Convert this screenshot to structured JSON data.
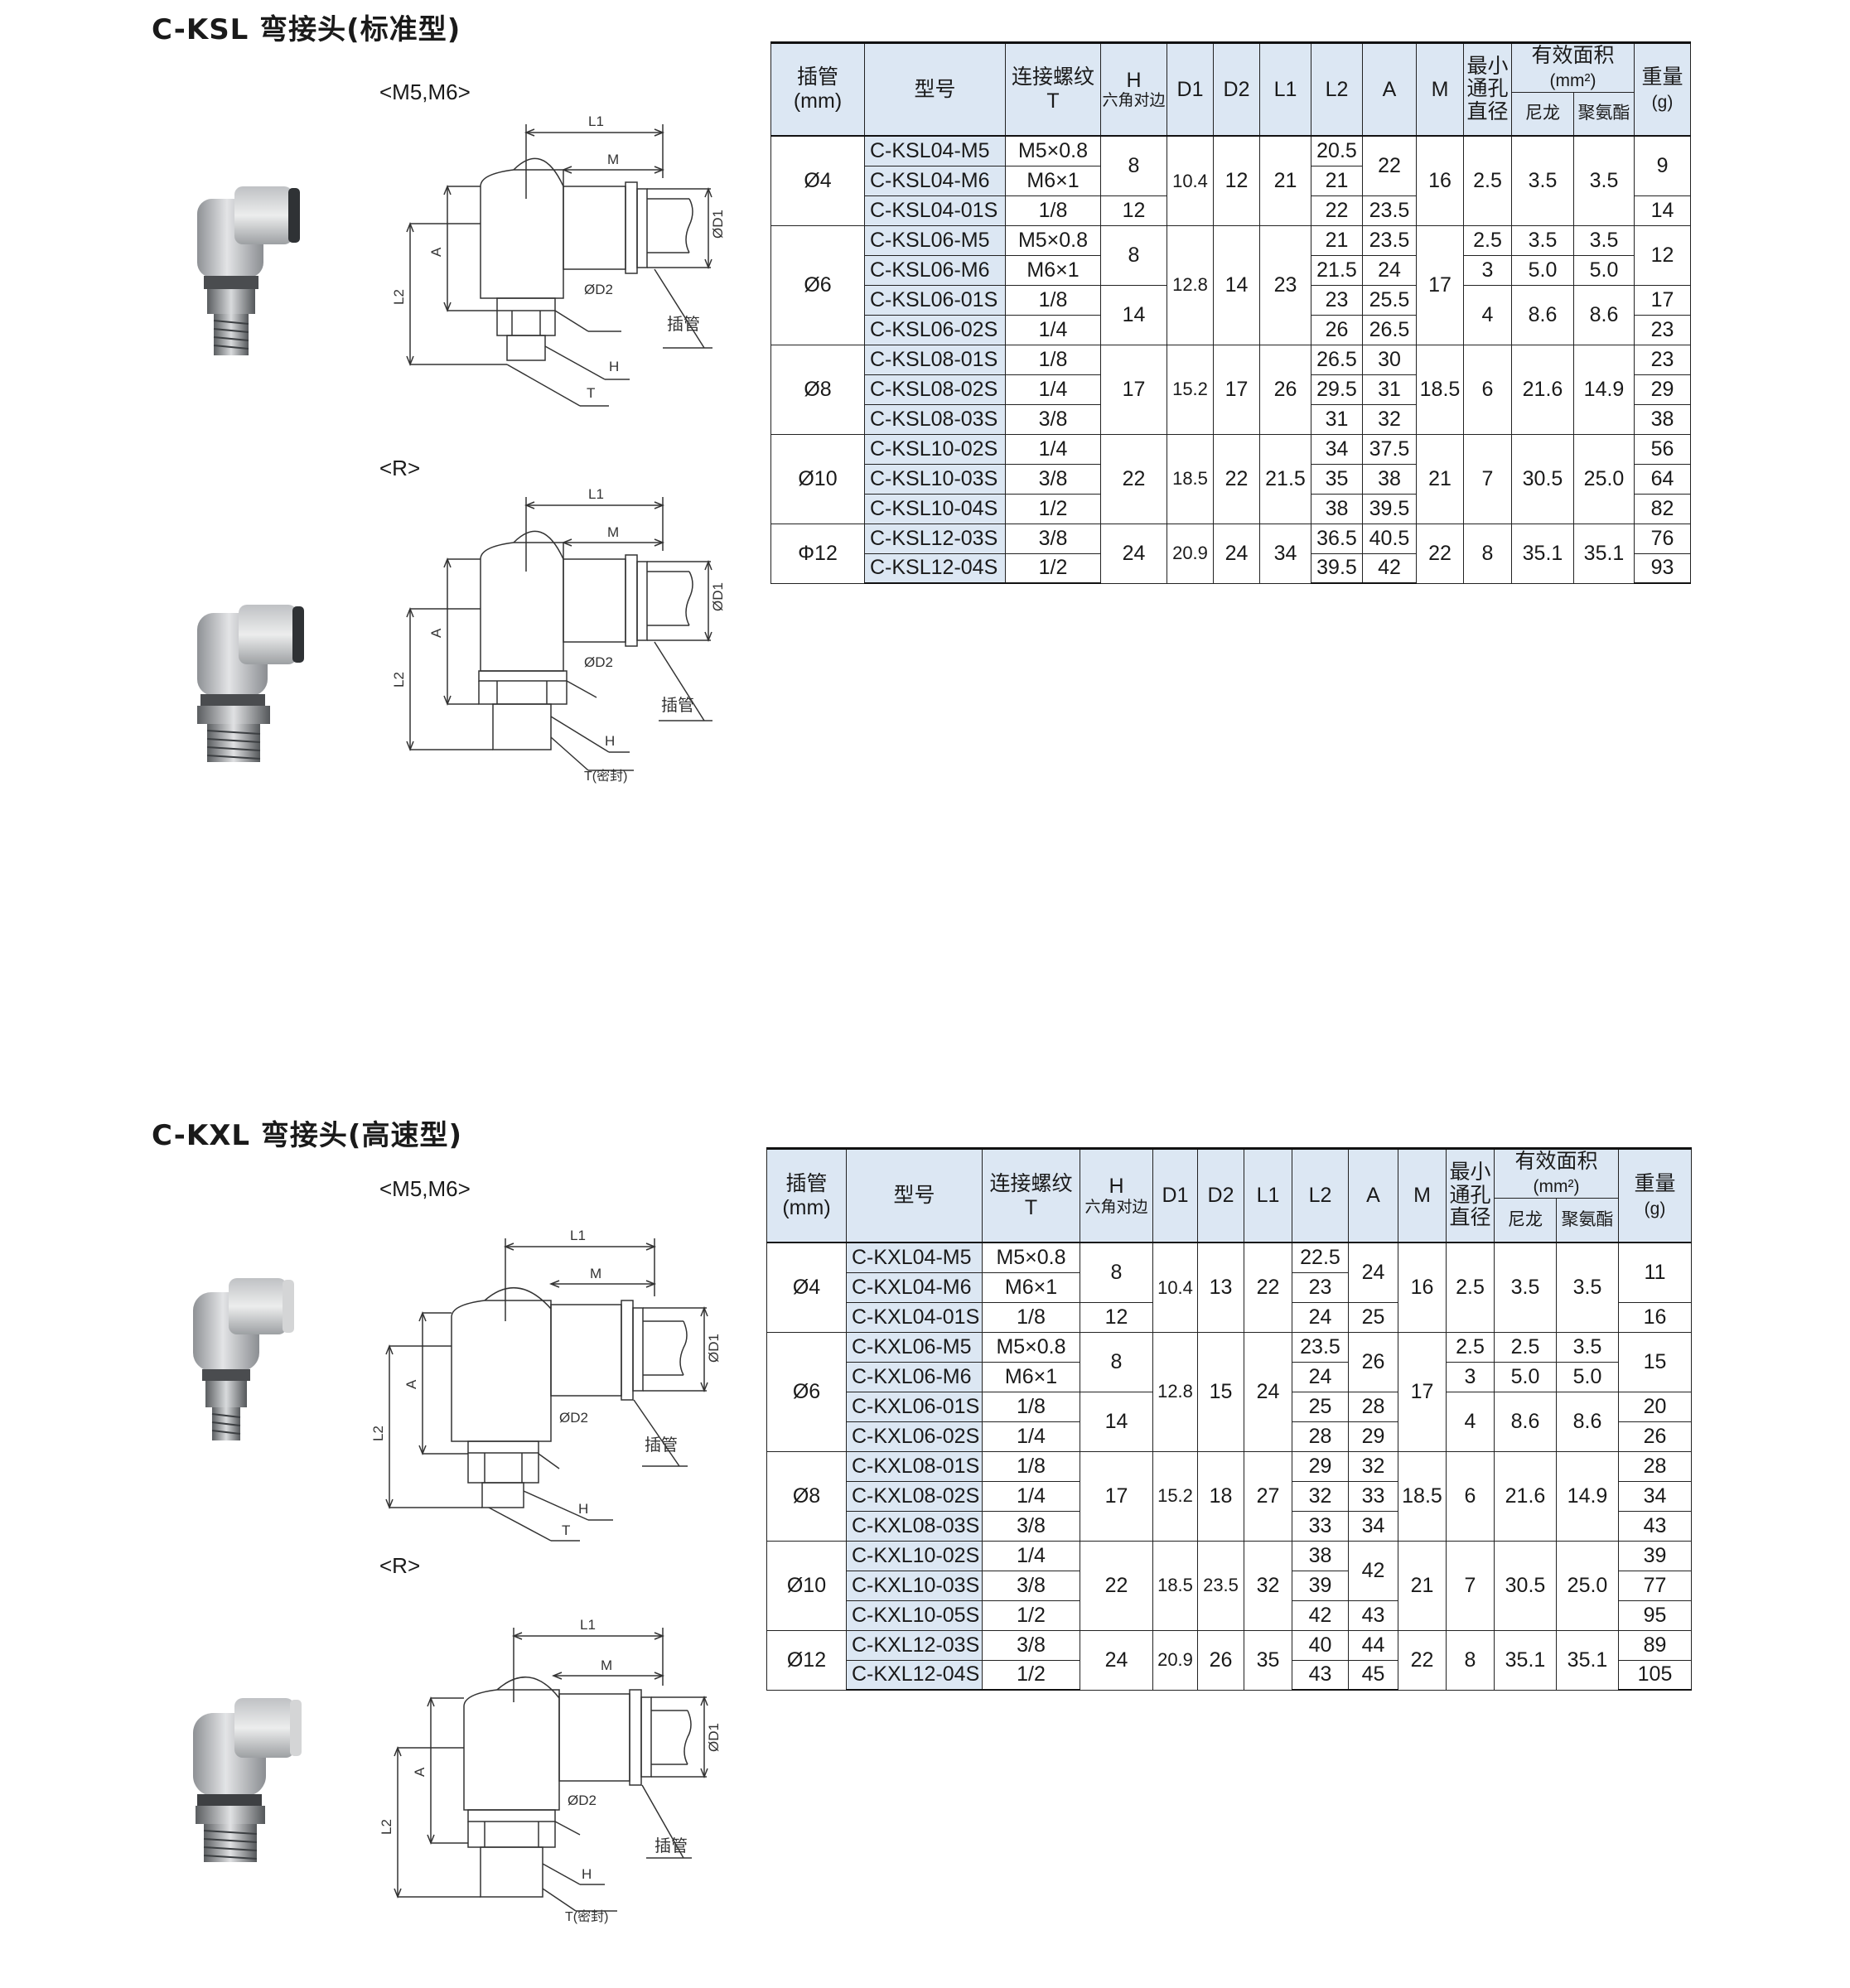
{
  "sections": [
    {
      "title": "C-KSL 弯接头(标准型)",
      "variant_labels": [
        "<M5,M6>",
        "<R>"
      ],
      "drawing_labels": {
        "m5": {
          "L1": "L1",
          "M": "M",
          "D1": "ØD1",
          "L2": "L2",
          "A": "A",
          "D2": "ØD2",
          "H": "H",
          "T": "T",
          "tube": "插管"
        },
        "r": {
          "L1": "L1",
          "M": "M",
          "D1": "ØD1",
          "L2": "L2",
          "A": "A",
          "D2": "ØD2",
          "H": "H",
          "T": "T(密封)",
          "tube": "插管"
        }
      },
      "headers": {
        "tube": "插管",
        "tube_unit": "(mm)",
        "model": "型号",
        "thread": "连接螺纹",
        "thread_sub": "T",
        "H": "H",
        "H_sub": "六角对边",
        "D1": "D1",
        "D2": "D2",
        "L1": "L1",
        "L2": "L2",
        "A": "A",
        "M": "M",
        "min_bore": "最小通孔直径",
        "eff_area": "有效面积",
        "eff_area_unit": "(mm²)",
        "nylon": "尼龙",
        "pu": "聚氨酯",
        "weight": "重量",
        "weight_unit": "(g)"
      },
      "groups": [
        {
          "tube": "Ø4",
          "D1": "10.4",
          "D2": "12",
          "L1": "21",
          "M": "16",
          "rows": [
            {
              "model": "C-KSL04-M5",
              "thread": "M5×0.8",
              "L2": "20.5"
            },
            {
              "model": "C-KSL04-M6",
              "thread": "M6×1",
              "L2": "21"
            },
            {
              "model": "C-KSL04-01S",
              "thread": "1/8",
              "L2": "22"
            }
          ],
          "H": [
            "8",
            "12"
          ],
          "A": [
            "22",
            "23.5"
          ],
          "bore": [
            "2.5"
          ],
          "nylon": [
            "3.5"
          ],
          "pu": [
            "3.5"
          ],
          "weight": [
            "9",
            "14"
          ]
        },
        {
          "tube": "Ø6",
          "D1": "12.8",
          "D2": "14",
          "L1": "23",
          "M": "17",
          "rows": [
            {
              "model": "C-KSL06-M5",
              "thread": "M5×0.8",
              "L2": "21",
              "A": "23.5"
            },
            {
              "model": "C-KSL06-M6",
              "thread": "M6×1",
              "L2": "21.5",
              "A": "24"
            },
            {
              "model": "C-KSL06-01S",
              "thread": "1/8",
              "L2": "23",
              "A": "25.5"
            },
            {
              "model": "C-KSL06-02S",
              "thread": "1/4",
              "L2": "26",
              "A": "26.5"
            }
          ],
          "H": [
            "8",
            "14"
          ],
          "bore": [
            "2.5",
            "3",
            "4"
          ],
          "nylon": [
            "3.5",
            "5.0",
            "8.6"
          ],
          "pu": [
            "3.5",
            "5.0",
            "8.6"
          ],
          "weight": [
            "12",
            "17",
            "23"
          ]
        },
        {
          "tube": "Ø8",
          "H": "17",
          "D1": "15.2",
          "D2": "17",
          "L1": "26",
          "M": "18.5",
          "bore": "6",
          "nylon": "21.6",
          "pu": "14.9",
          "rows": [
            {
              "model": "C-KSL08-01S",
              "thread": "1/8",
              "L2": "26.5",
              "A": "30",
              "weight": "23"
            },
            {
              "model": "C-KSL08-02S",
              "thread": "1/4",
              "L2": "29.5",
              "A": "31",
              "weight": "29"
            },
            {
              "model": "C-KSL08-03S",
              "thread": "3/8",
              "L2": "31",
              "A": "32",
              "weight": "38"
            }
          ]
        },
        {
          "tube": "Ø10",
          "H": "22",
          "D1": "18.5",
          "D2": "22",
          "L1": "21.5",
          "M": "21",
          "bore": "7",
          "nylon": "30.5",
          "pu": "25.0",
          "rows": [
            {
              "model": "C-KSL10-02S",
              "thread": "1/4",
              "L2": "34",
              "A": "37.5",
              "weight": "56"
            },
            {
              "model": "C-KSL10-03S",
              "thread": "3/8",
              "L2": "35",
              "A": "38",
              "weight": "64"
            },
            {
              "model": "C-KSL10-04S",
              "thread": "1/2",
              "L2": "38",
              "A": "39.5",
              "weight": "82"
            }
          ]
        },
        {
          "tube": "Φ12",
          "H": "24",
          "D1": "20.9",
          "D2": "24",
          "L1": "34",
          "M": "22",
          "bore": "8",
          "nylon": "35.1",
          "pu": "35.1",
          "rows": [
            {
              "model": "C-KSL12-03S",
              "thread": "3/8",
              "L2": "36.5",
              "A": "40.5",
              "weight": "76"
            },
            {
              "model": "C-KSL12-04S",
              "thread": "1/2",
              "L2": "39.5",
              "A": "42",
              "weight": "93"
            }
          ]
        }
      ]
    },
    {
      "title": "C-KXL 弯接头(高速型)",
      "variant_labels": [
        "<M5,M6>",
        "<R>"
      ],
      "drawing_labels": {
        "m5": {
          "L1": "L1",
          "M": "M",
          "D1": "ØD1",
          "L2": "L2",
          "A": "A",
          "D2": "ØD2",
          "H": "H",
          "T": "T",
          "tube": "插管"
        },
        "r": {
          "L1": "L1",
          "M": "M",
          "D1": "ØD1",
          "L2": "L2",
          "A": "A",
          "D2": "ØD2",
          "H": "H",
          "T": "T(密封)",
          "tube": "插管"
        }
      },
      "headers": {
        "tube": "插管",
        "tube_unit": "(mm)",
        "model": "型号",
        "thread": "连接螺纹",
        "thread_sub": "T",
        "H": "H",
        "H_sub": "六角对边",
        "D1": "D1",
        "D2": "D2",
        "L1": "L1",
        "L2": "L2",
        "A": "A",
        "M": "M",
        "min_bore": "最小通孔直径",
        "eff_area": "有效面积",
        "eff_area_unit": "(mm²)",
        "nylon": "尼龙",
        "pu": "聚氨酯",
        "weight": "重量",
        "weight_unit": "(g)"
      },
      "groups": [
        {
          "tube": "Ø4",
          "D1": "10.4",
          "D2": "13",
          "L1": "22",
          "M": "16",
          "rows": [
            {
              "model": "C-KXL04-M5",
              "thread": "M5×0.8",
              "L2": "22.5"
            },
            {
              "model": "C-KXL04-M6",
              "thread": "M6×1",
              "L2": "23"
            },
            {
              "model": "C-KXL04-01S",
              "thread": "1/8",
              "L2": "24",
              "A": "25"
            }
          ],
          "H": [
            "8",
            "12"
          ],
          "A": [
            "24"
          ],
          "bore": [
            "2.5"
          ],
          "nylon": [
            "3.5"
          ],
          "pu": [
            "3.5"
          ],
          "weight": [
            "11",
            "16"
          ]
        },
        {
          "tube": "Ø6",
          "D1": "12.8",
          "D2": "15",
          "L1": "24",
          "M": "17",
          "rows": [
            {
              "model": "C-KXL06-M5",
              "thread": "M5×0.8",
              "L2": "23.5"
            },
            {
              "model": "C-KXL06-M6",
              "thread": "M6×1",
              "L2": "24"
            },
            {
              "model": "C-KXL06-01S",
              "thread": "1/8",
              "L2": "25",
              "A": "28",
              "weight": "20"
            },
            {
              "model": "C-KXL06-02S",
              "thread": "1/4",
              "L2": "28",
              "A": "29",
              "weight": "26"
            }
          ],
          "H": [
            "8",
            "14"
          ],
          "A": [
            "26"
          ],
          "bore": [
            "2.5",
            "3",
            "4"
          ],
          "nylon": [
            "2.5",
            "5.0",
            "8.6"
          ],
          "pu": [
            "3.5",
            "5.0",
            "8.6"
          ],
          "weight": [
            "15"
          ]
        },
        {
          "tube": "Ø8",
          "H": "17",
          "D1": "15.2",
          "D2": "18",
          "L1": "27",
          "M": "18.5",
          "bore": "6",
          "nylon": "21.6",
          "pu": "14.9",
          "rows": [
            {
              "model": "C-KXL08-01S",
              "thread": "1/8",
              "L2": "29",
              "A": "32",
              "weight": "28"
            },
            {
              "model": "C-KXL08-02S",
              "thread": "1/4",
              "L2": "32",
              "A": "33",
              "weight": "34"
            },
            {
              "model": "C-KXL08-03S",
              "thread": "3/8",
              "L2": "33",
              "A": "34",
              "weight": "43"
            }
          ]
        },
        {
          "tube": "Ø10",
          "H": "22",
          "D1": "18.5",
          "D2": "23.5",
          "L1": "32",
          "M": "21",
          "bore": "7",
          "nylon": "30.5",
          "pu": "25.0",
          "rows": [
            {
              "model": "C-KXL10-02S",
              "thread": "1/4",
              "L2": "38",
              "weight": "39"
            },
            {
              "model": "C-KXL10-03S",
              "thread": "3/8",
              "L2": "39",
              "weight": "77"
            },
            {
              "model": "C-KXL10-05S",
              "thread": "1/2",
              "L2": "42",
              "A": "43",
              "weight": "95"
            }
          ],
          "A": [
            "42"
          ]
        },
        {
          "tube": "Ø12",
          "H": "24",
          "D1": "20.9",
          "D2": "26",
          "L1": "35",
          "M": "22",
          "bore": "8",
          "nylon": "35.1",
          "pu": "35.1",
          "rows": [
            {
              "model": "C-KXL12-03S",
              "thread": "3/8",
              "L2": "40",
              "A": "44",
              "weight": "89"
            },
            {
              "model": "C-KXL12-04S",
              "thread": "1/2",
              "L2": "43",
              "A": "45",
              "weight": "105"
            }
          ]
        }
      ]
    }
  ],
  "colors": {
    "header_bg": "#dce7f3",
    "model_bg": "#dce7f3",
    "border": "#222222",
    "fitting_body": "#c9cbcd"
  }
}
